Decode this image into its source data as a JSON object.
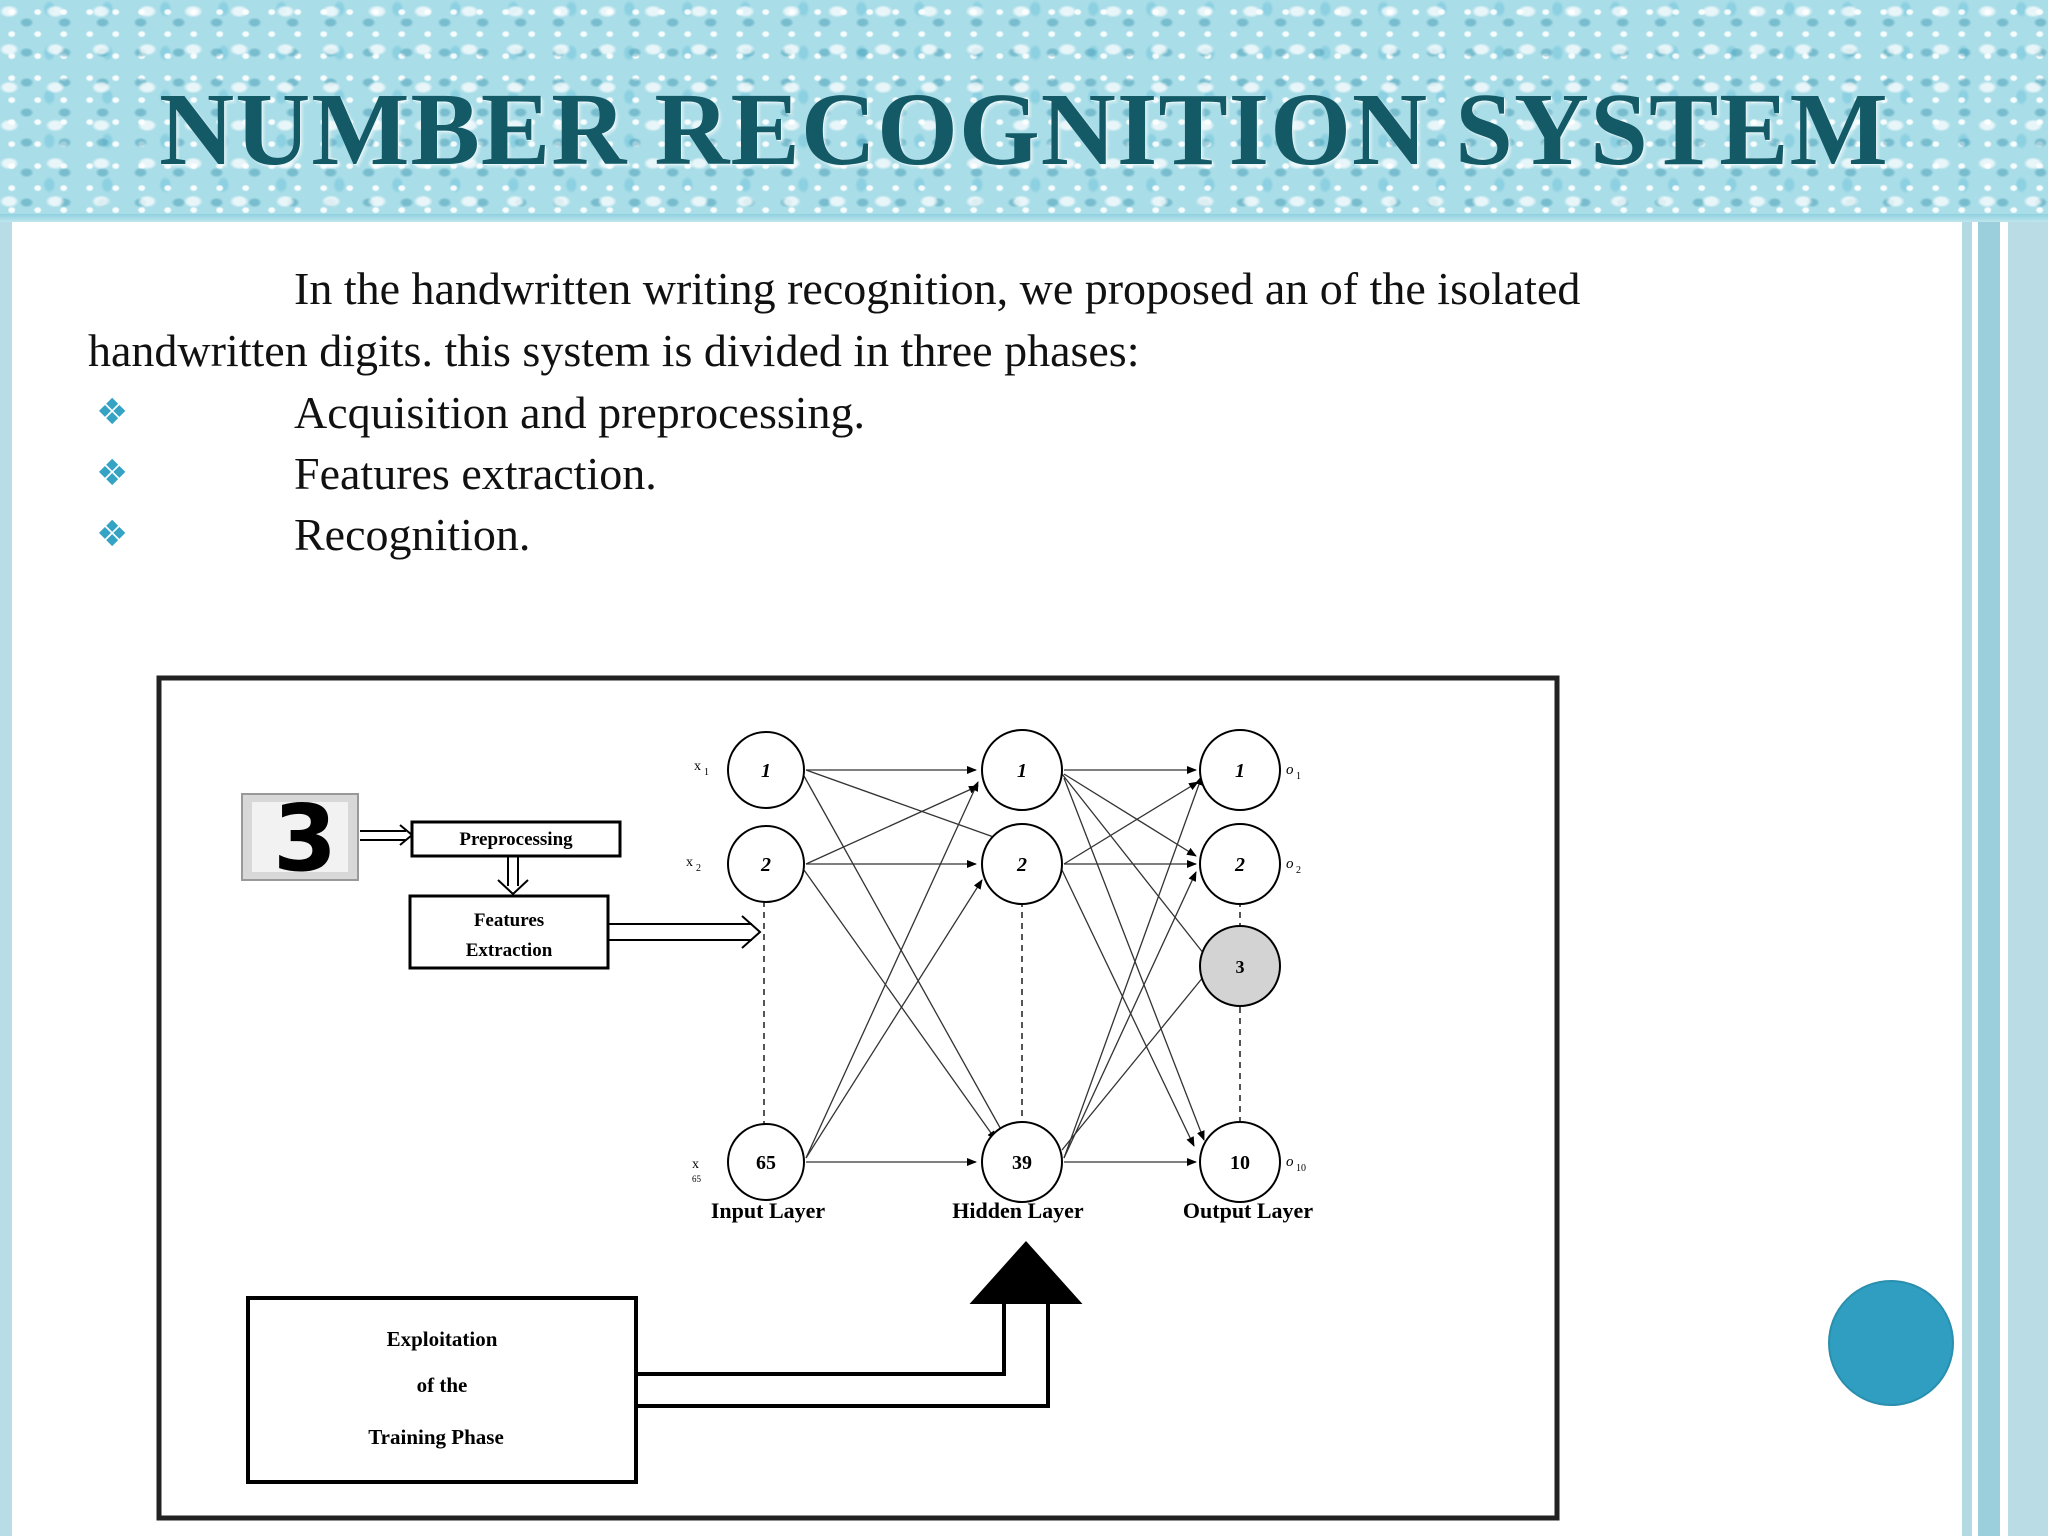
{
  "slide": {
    "title": "NUMBER RECOGNITION SYSTEM",
    "intro_line1": "In the  handwritten writing recognition, we proposed an of the isolated",
    "intro_line2": "handwritten digits. this system is divided in three phases:",
    "bullets": [
      "Acquisition and preprocessing.",
      "Features extraction.",
      "Recognition."
    ],
    "bullet_icon": "diamond-cluster-icon",
    "colors": {
      "title": "#135a66",
      "bullet": "#34a3c4",
      "header_bg": "#a9dde8",
      "nav_circle": "#2f9ec0"
    }
  },
  "diagram": {
    "input_digit": "3",
    "preprocessing_label": "Preprocessing",
    "features_label_1": "Features",
    "features_label_2": "Extraction",
    "exploitation_label_1": "Exploitation",
    "exploitation_label_2": "of the",
    "exploitation_label_3": "Training Phase",
    "input_layer_label": "Input Layer",
    "hidden_layer_label": "Hidden Layer",
    "output_layer_label": "Output Layer",
    "input_nodes": [
      "1",
      "2",
      "65"
    ],
    "hidden_nodes": [
      "1",
      "2",
      "39"
    ],
    "output_nodes": [
      "1",
      "2",
      "3",
      "10"
    ],
    "input_var_labels": [
      "x",
      "x",
      "x"
    ],
    "input_var_subs": [
      "1",
      "2",
      "65"
    ],
    "output_var_labels": [
      "o",
      "o",
      "o"
    ],
    "output_var_subs": [
      "1",
      "2",
      "10"
    ]
  }
}
